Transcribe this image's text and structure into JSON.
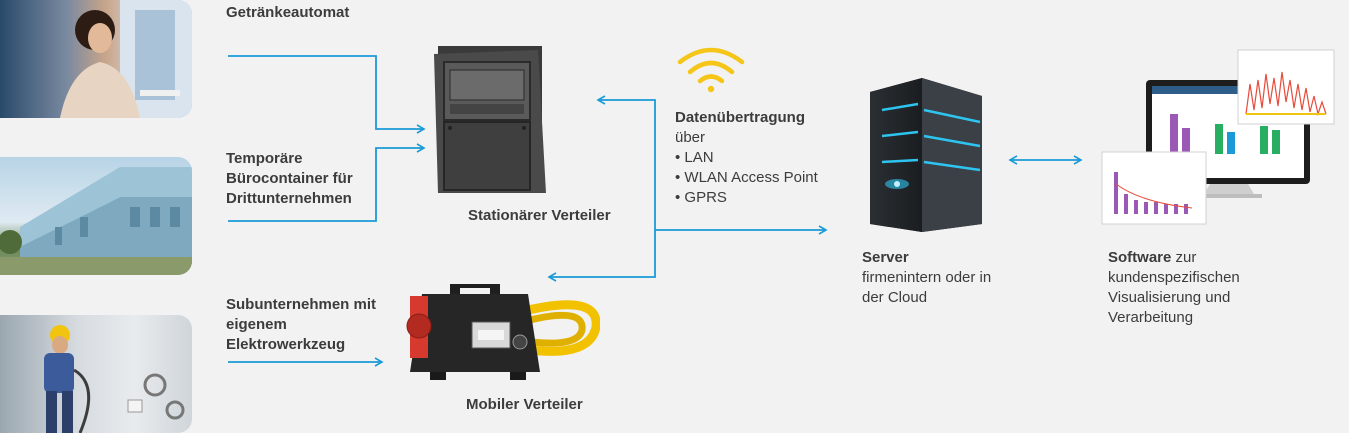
{
  "sources": [
    {
      "label": "Getränkeautomat"
    },
    {
      "label_lines": [
        "Temporäre",
        "Bürocontainer für",
        "Drittunternehmen"
      ]
    },
    {
      "label_lines": [
        "Subunternehmen mit",
        "eigenem",
        "Elektrowerkzeug"
      ]
    }
  ],
  "distributors": {
    "stationary": "Stationärer Verteiler",
    "mobile": "Mobiler Verteiler"
  },
  "transmission": {
    "title": "Datenübertragung",
    "subtitle": "über",
    "items": [
      "LAN",
      "WLAN Access Point",
      "GPRS"
    ]
  },
  "server": {
    "title": "Server",
    "lines": [
      "firmenintern oder in",
      "der Cloud"
    ]
  },
  "software": {
    "title": "Software",
    "title_suffix": " zur",
    "lines": [
      "kundenspezifischen",
      "Visualisierung und",
      "Verarbeitung"
    ]
  },
  "colors": {
    "arrow": "#1a9ad6",
    "wifi": "#f5c518",
    "text": "#3c3c3c",
    "background": "#f2f2f2"
  },
  "icons": [
    "wifi-icon",
    "server-icon",
    "monitor-icon",
    "distributor-box-icon",
    "mobile-distributor-icon"
  ]
}
